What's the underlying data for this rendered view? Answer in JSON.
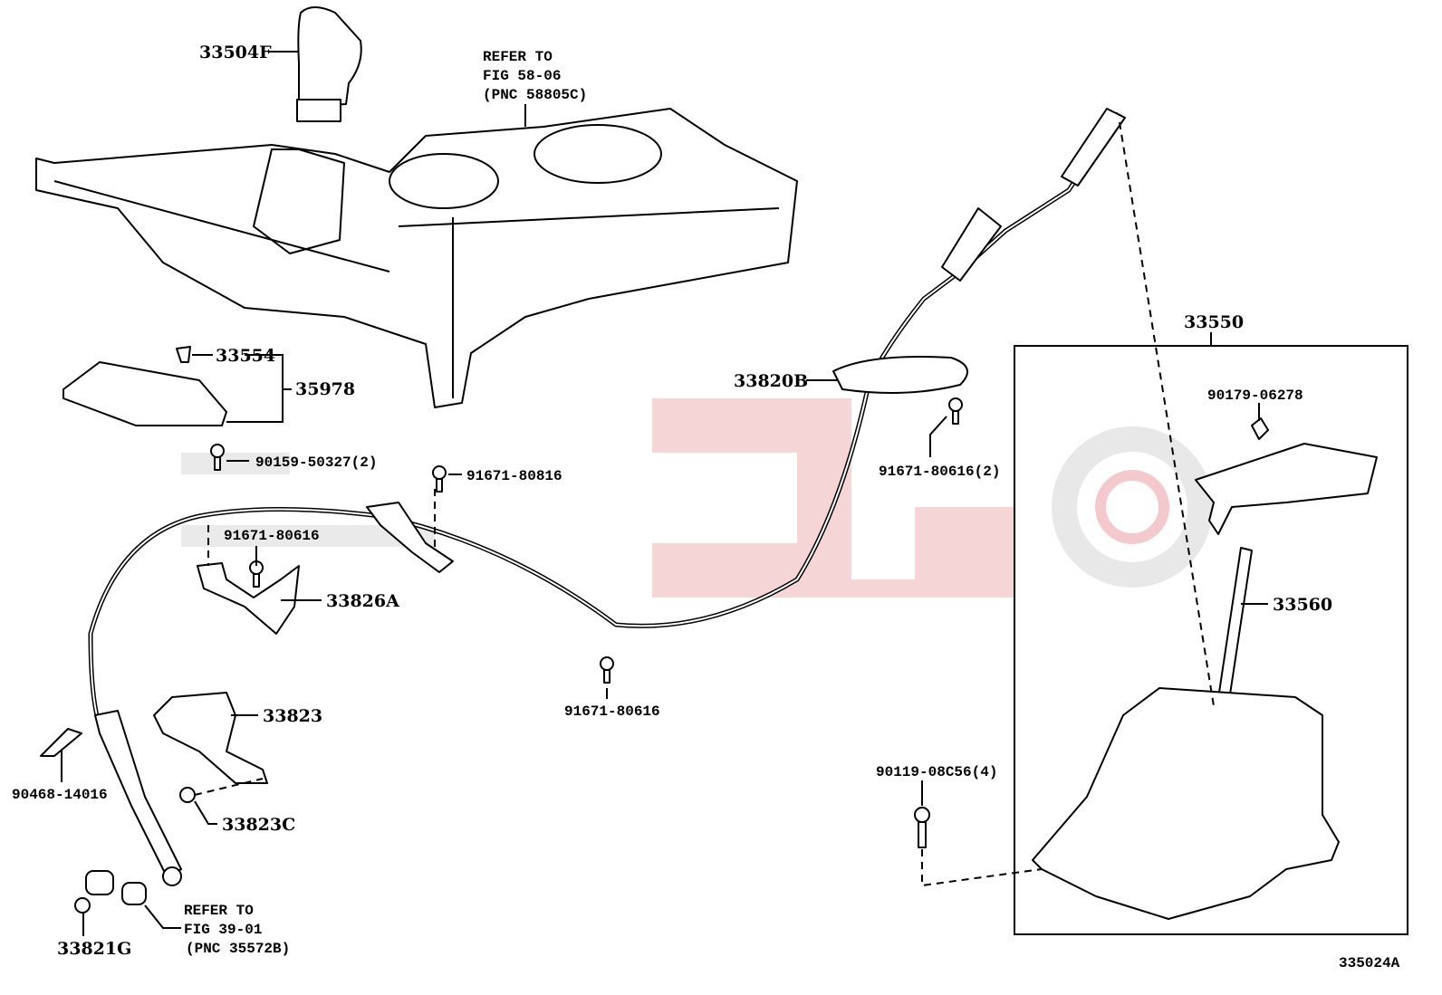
{
  "diagram": {
    "figure_code": "335024A",
    "colors": {
      "ink": "#000000",
      "watermark_red": "#f2c4c8",
      "watermark_gray": "#e6e6e6"
    },
    "references": [
      {
        "id": "ref_58",
        "line1": "REFER TO",
        "line2": "FIG 58-06",
        "line3": "(PNC 58805C)"
      },
      {
        "id": "ref_39",
        "line1": "REFER TO",
        "line2": "FIG 39-01",
        "line3": "(PNC 35572B)"
      }
    ],
    "labels": {
      "p33504F": "33504F",
      "p33554": "33554",
      "p35978": "35978",
      "p90159": "90159-50327(2)",
      "p91671_80816": "91671-80816",
      "p91671_80616_a": "91671-80616",
      "p33826A": "33826A",
      "p91671_80616_b": "91671-80616",
      "p33820B": "33820B",
      "p91671_80616_c": "91671-80616(2)",
      "p33550": "33550",
      "p90179": "90179-06278",
      "p33560": "33560",
      "p33823": "33823",
      "p90468": "90468-14016",
      "p33823C": "33823C",
      "p33821G": "33821G",
      "p90119": "90119-08C56(4)"
    }
  }
}
